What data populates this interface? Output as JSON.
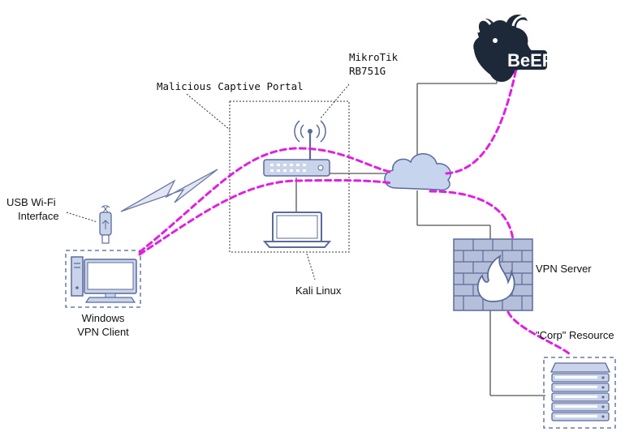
{
  "labels": {
    "captive_portal": "Malicious Captive Portal",
    "router_line1": "MikroTik",
    "router_line2": "RB751G",
    "usb_line1": "USB Wi-Fi",
    "usb_line2": "Interface",
    "client_line1": "Windows",
    "client_line2": "VPN Client",
    "kali": "Kali Linux",
    "vpn_server": "VPN Server",
    "corp_resource": "\"Corp\" Resource",
    "beef_logo": "BeEF"
  },
  "colors": {
    "attack_path": "#e020e0",
    "device_stroke": "#5a6b9a",
    "device_fill": "#c9d3ea",
    "firewall_fill": "#b5bfd9",
    "cloud_fill": "#c6d4ee",
    "beef_dark": "#1d2838"
  }
}
